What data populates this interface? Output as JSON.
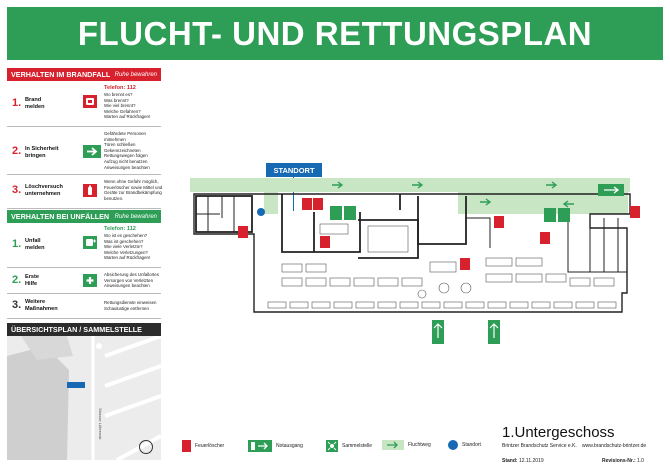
{
  "header": {
    "title": "FLUCHT- UND RETTUNGSPLAN"
  },
  "brandfall": {
    "title": "VERHALTEN IM BRANDFALL",
    "subtitle": "Ruhe bewahren",
    "steps": [
      {
        "num": "1.",
        "label_1": "Brand",
        "label_2": "melden",
        "tel": "Telefon: 112",
        "lines": [
          "Wo brennt es?",
          "Was brennt?",
          "Wie viel brennt?",
          "Welche Gefahren?",
          "Warten auf Rückfragen!"
        ]
      },
      {
        "num": "2.",
        "label_1": "In Sicherheit",
        "label_2": "bringen",
        "lines": [
          "Gefährdete Personen mitnehmen",
          "Türen schließen",
          "Gekennzeichneten Rettungswegen folgen",
          "Aufzug nicht benutzen",
          "Anweisungen beachten"
        ]
      },
      {
        "num": "3.",
        "label_1": "Löschversuch",
        "label_2": "unternehmen",
        "lines": [
          "Wenn ohne Gefahr möglich,",
          "Feuerlöscher sowie Mittel und",
          "Geräte zur Brandbekämpfung",
          "benutzen."
        ]
      }
    ]
  },
  "unfall": {
    "title": "VERHALTEN BEI UNFÄLLEN",
    "subtitle": "Ruhe bewahren",
    "steps": [
      {
        "num": "1.",
        "label_1": "Unfall",
        "label_2": "melden",
        "tel": "Telefon: 112",
        "lines": [
          "Wo ist es geschehen?",
          "Was ist geschehen?",
          "Wie viele Verletzte?",
          "Welche Verletzungen?",
          "Warten auf Rückfragen!"
        ]
      },
      {
        "num": "2.",
        "label_1": "Erste",
        "label_2": "Hilfe",
        "lines": [
          "Absicherung des Unfallortes",
          "Versorgen von Verletzten",
          "Anweisungen beachten"
        ]
      },
      {
        "num": "3.",
        "label_1": "Weitere",
        "label_2": "Maßnahmen",
        "lines": [
          "Rettungsdienste einweisen",
          "Schaulustige entfernen"
        ]
      }
    ]
  },
  "overview": {
    "title": "ÜBERSICHTSPLAN / SAMMELSTELLE",
    "street": "Strasse Lührenstr."
  },
  "standort_label": "STANDORT",
  "legend": [
    {
      "icon": "fire-extinguisher-icon",
      "label": "Feuerlöscher"
    },
    {
      "icon": "emergency-exit-icon",
      "label": "Notausgang"
    },
    {
      "icon": "assembly-point-icon",
      "label": "Sammelstelle"
    },
    {
      "icon": "escape-route-icon",
      "label": "Fluchtweg"
    },
    {
      "icon": "location-dot-icon",
      "label": "Standort"
    }
  ],
  "floor": "1.Untergeschoss",
  "company": "Brintzer Brandschutz Service e.K.",
  "website": "www.brandschutz-brintzer.de",
  "stand_label": "Stand:",
  "stand_date": "12.11.2019",
  "revision_label": "Revisions-Nr.:",
  "revision": "1.0",
  "colors": {
    "green": "#2e9e57",
    "red": "#d7222e",
    "blue": "#1769b3"
  }
}
